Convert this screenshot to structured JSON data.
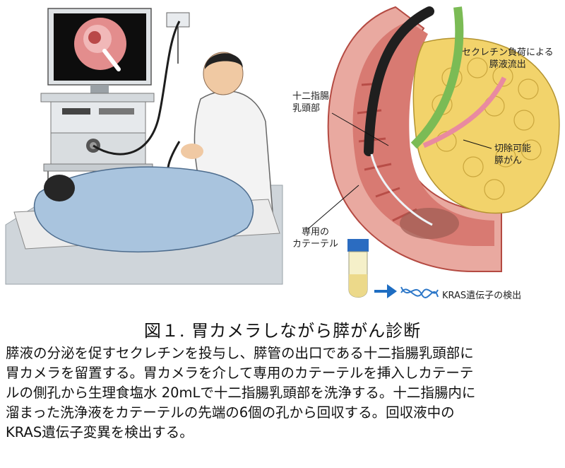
{
  "figure": {
    "labels": {
      "papilla": [
        "十二指腸",
        "乳頭部"
      ],
      "secretin": [
        "セクレチン負荷による",
        "膵液流出"
      ],
      "cancer": [
        "切除可能",
        "膵がん"
      ],
      "catheter": [
        "専用の",
        "カテーテル"
      ],
      "kras": "KRAS遺伝子の検出"
    }
  },
  "caption": {
    "title": "図１. 胃カメラしながら膵がん診断",
    "lines": [
      "膵液の分泌を促すセクレチンを投与し、膵管の出口である十二指腸乳頭部に",
      "胃カメラを留置する。胃カメラを介して専用のカテーテルを挿入しカテーテ",
      "ルの側孔から生理食塩水 20mLで十二指腸乳頭部を洗浄する。十二指腸内に",
      "溜まった洗浄液をカテーテルの先端の6個の孔から回収する。回収液中の",
      "KRAS遺伝子変異を検出する。"
    ]
  }
}
